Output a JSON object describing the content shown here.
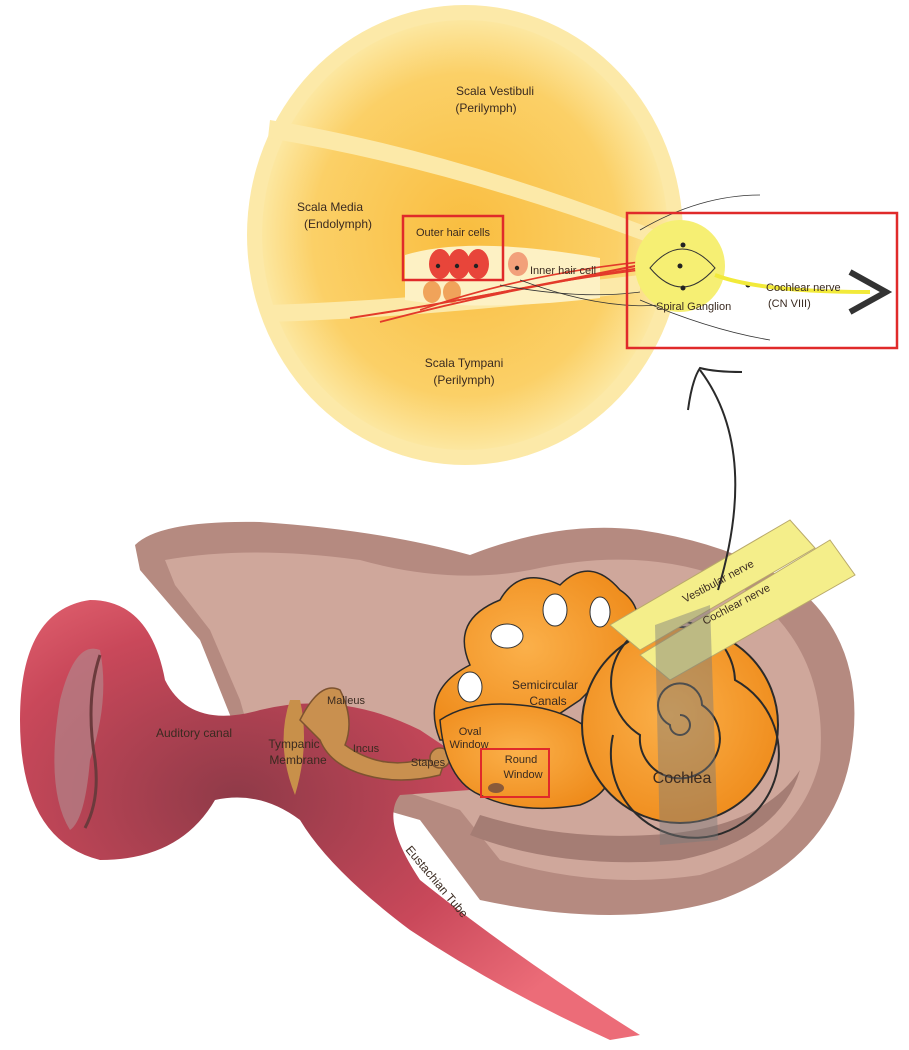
{
  "labels": {
    "scala_vestibuli": "Scala Vestibuli",
    "scala_vestibuli_sub": "(Perilymph)",
    "scala_media": "Scala Media",
    "scala_media_sub": "(Endolymph)",
    "scala_tympani": "Scala Tympani",
    "scala_tympani_sub": "(Perilymph)",
    "outer_hair_cells": "Outer hair cells",
    "inner_hair_cell": "Inner hair cell",
    "spiral_ganglion": "Spiral Ganglion",
    "cochlear_nerve_top": "Cochlear nerve",
    "cn_viii": "(CN VIII)",
    "vestibular_nerve": "Vestibular nerve",
    "cochlear_nerve": "Cochlear nerve",
    "semicircular": "Semicircular",
    "canals": "Canals",
    "auditory_canal": "Auditory canal",
    "tympanic": "Tympanic",
    "membrane": "Membrane",
    "malleus": "Malleus",
    "incus": "Incus",
    "stapes": "Stapes",
    "oval": "Oval",
    "window": "Window",
    "round": "Round",
    "round_window": "Window",
    "cochlea": "Cochlea",
    "eustachian_tube": "Eustachian Tube"
  },
  "colors": {
    "highlight_box": "#e02a2a",
    "cross_section_fill": "#fbd56a",
    "cochlea_orange": "#f2951f",
    "outer_ear_red": "#d9455a",
    "bone_brown": "#b58a80",
    "nerve_yellow": "#f4ee8a"
  }
}
